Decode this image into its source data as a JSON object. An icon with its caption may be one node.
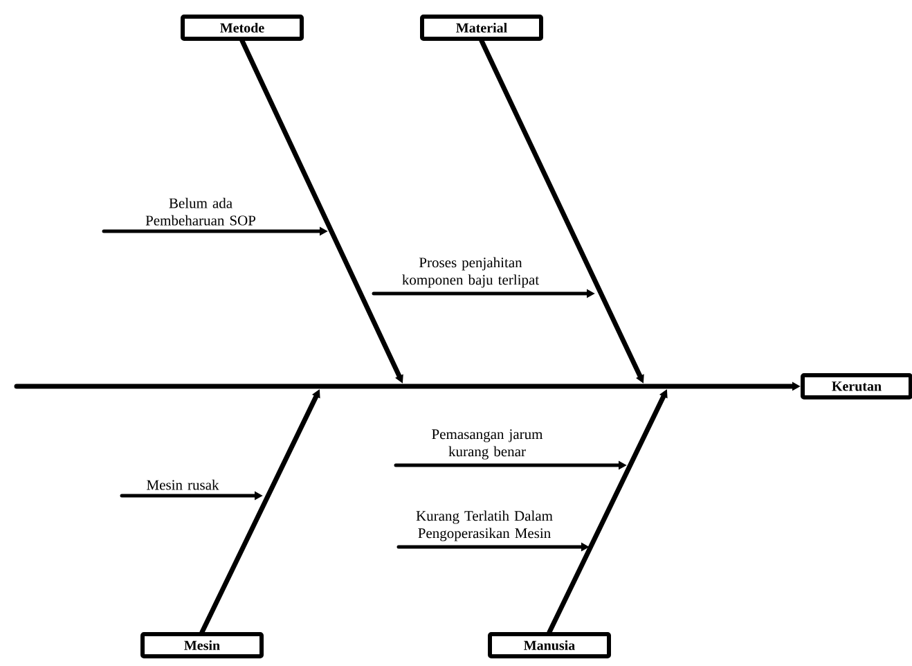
{
  "diagram": {
    "nodes": [
      {
        "text": [
          "Metode"
        ]
      },
      {
        "text": [
          "Material"
        ]
      },
      {
        "text": [
          "Kerutan"
        ]
      },
      {
        "text": [
          "Mesin"
        ]
      },
      {
        "text": [
          "Manusia"
        ]
      },
      {
        "text": [
          "Belum ada Pembeharuan SOP"
        ]
      },
      {
        "text": [
          "Proses penjahitan komponen baju terlipat"
        ]
      },
      {
        "text": [
          "Mesin rusak"
        ]
      },
      {
        "text": [
          "Pemasangan jarum kurang benar"
        ]
      },
      {
        "text": [
          "Kurang Terlatih Dalam Pengoperasikan Mesin"
        ]
      }
    ],
    "edges": [
      {
        "from": null,
        "to": 2,
        "arrow": "to"
      },
      {
        "from": 0,
        "to": null,
        "arrow": "to"
      },
      {
        "from": 1,
        "to": null,
        "arrow": "to"
      },
      {
        "from": 3,
        "to": null,
        "arrow": "to"
      },
      {
        "from": 4,
        "to": null,
        "arrow": "to"
      },
      {
        "from": 5,
        "to": null,
        "arrow": "to"
      },
      {
        "from": 6,
        "to": null,
        "arrow": "to"
      },
      {
        "from": 7,
        "to": null,
        "arrow": "to"
      },
      {
        "from": 8,
        "to": null,
        "arrow": "to"
      },
      {
        "from": 9,
        "to": null,
        "arrow": "to"
      }
    ]
  }
}
